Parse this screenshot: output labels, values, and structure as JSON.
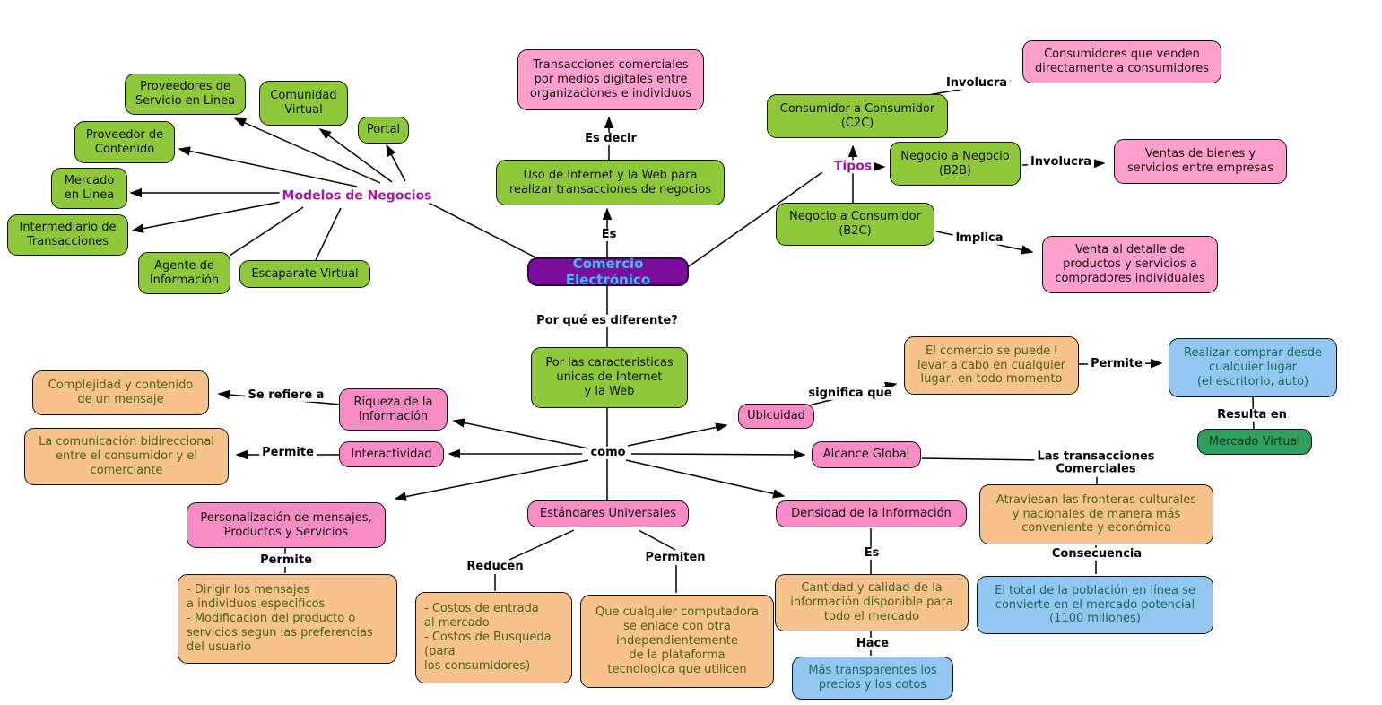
{
  "colors": {
    "node_green": "#8fc83b",
    "node_pink_light": "#ffa0cc",
    "node_pink": "#f78cc4",
    "node_orange": "#f7c28c",
    "node_blue": "#94c6f2",
    "node_dark_green": "#2f9e5e",
    "node_purple": "#7a0c9e",
    "central_text_cyan": "#3ac0f0",
    "label_purple": "#a018a8",
    "orange_text": "#4a5f1d",
    "blue_text": "#17685a",
    "line_black": "#000000"
  },
  "nodes": {
    "comercio_electronico": {
      "text": "Comercio Electrónico"
    },
    "proveedores_servicio": {
      "text": "Proveedores de\nServicio en Linea"
    },
    "comunidad_virtual": {
      "text": "Comunidad\nVirtual"
    },
    "portal": {
      "text": "Portal"
    },
    "proveedor_contenido": {
      "text": "Proveedor de\nContenido"
    },
    "mercado_en_linea": {
      "text": "Mercado\nen Linea"
    },
    "intermediario_transacciones": {
      "text": "Intermediario de\nTransacciones"
    },
    "agente_informacion": {
      "text": "Agente de\nInformación"
    },
    "escaparate_virtual": {
      "text": "Escaparate Virtual"
    },
    "transacciones_digitales": {
      "text": "Transacciones comerciales\npor medios digitales entre\norganizaciones e individuos"
    },
    "uso_internet": {
      "text": "Uso de Internet y la Web para\nrealizar transacciones de negocios"
    },
    "c2c": {
      "text": "Consumidor a Consumidor\n(C2C)"
    },
    "b2b": {
      "text": "Negocio a Negocio\n(B2B)"
    },
    "b2c": {
      "text": "Negocio a Consumidor\n(B2C)"
    },
    "consumidores_venden": {
      "text": "Consumidores que venden\ndirectamente a consumidores"
    },
    "ventas_bienes": {
      "text": "Ventas de bienes y\nservicios entre empresas"
    },
    "venta_detalle": {
      "text": "Venta al detalle de\nproductos y servicios a\ncompradores individuales"
    },
    "caracteristicas": {
      "text": "Por las caracteristicas\nunicas de Internet\ny la Web"
    },
    "riqueza": {
      "text": "Riqueza de la\nInformación"
    },
    "interactividad": {
      "text": "Interactividad"
    },
    "ubicuidad": {
      "text": "Ubicuidad"
    },
    "alcance_global": {
      "text": "Alcance Global"
    },
    "complejidad": {
      "text": "Complejidad y contenido\nde un mensaje"
    },
    "comunicacion_bidireccional": {
      "text": "La comunicación bidireccional\nentre el consumidor y el\ncomerciante"
    },
    "comercio_cualquier_lugar": {
      "text": "El comercio se puede l\nlevar a cabo en cualquier\nlugar, en todo momento"
    },
    "realizar_compras": {
      "text": "Realizar comprar desde\ncualquier lugar\n(el escritorio, auto)"
    },
    "mercado_virtual": {
      "text": "Mercado Virtual"
    },
    "personalizacion": {
      "text": "Personalización de mensajes,\nProductos y Servicios"
    },
    "dirigir_mensajes": {
      "text": "- Dirigir los mensajes\na individuos especificos\n- Modificacion del producto o\nservicios segun las preferencias\ndel usuario"
    },
    "estandares": {
      "text": "Estándares Universales"
    },
    "costos": {
      "text": "- Costos de entrada\nal mercado\n- Costos de Busqueda\n(para\nlos consumidores)"
    },
    "cualquier_computadora": {
      "text": "Que cualquier computadora\nse enlace con otra\nindependientemente\nde la plataforma\ntecnologica que utilicen"
    },
    "densidad": {
      "text": "Densidad de la Información"
    },
    "cantidad_calidad": {
      "text": "Cantidad y calidad de la\ninformación disponible para\ntodo el mercado"
    },
    "transparentes": {
      "text": "Más transparentes los\nprecios y los cotos"
    },
    "atraviesan_fronteras": {
      "text": "Atraviesan las fronteras culturales\ny nacionales de manera más\nconveniente y económica"
    },
    "total_poblacion": {
      "text": "El total de la población en línea se\nconvierte en el mercado potencial\n(1100 millones)"
    }
  },
  "edge_labels": {
    "modelos_negocios": {
      "text": "Modelos de Negocios"
    },
    "es_decir": {
      "text": "Es decir"
    },
    "es_definicion": {
      "text": "Es"
    },
    "tipos": {
      "text": "Tipos"
    },
    "involucra_c2c": {
      "text": "Involucra"
    },
    "involucra_b2b": {
      "text": "Involucra"
    },
    "implica": {
      "text": "Implica"
    },
    "porque_diferente": {
      "text": "Por qué es diferente?"
    },
    "como": {
      "text": "como"
    },
    "se_refiere_a": {
      "text": "Se refiere a"
    },
    "permite_interactividad": {
      "text": "Permite"
    },
    "significa_que": {
      "text": "significa que"
    },
    "permite_ubicuidad": {
      "text": "Permite"
    },
    "resulta_en": {
      "text": "Resulta en"
    },
    "las_transacciones_comerciales": {
      "text": "Las transacciones\nComerciales"
    },
    "permite_personalizacion": {
      "text": "Permite"
    },
    "reducen": {
      "text": "Reducen"
    },
    "permiten": {
      "text": "Permiten"
    },
    "es_densidad": {
      "text": "Es"
    },
    "hace": {
      "text": "Hace"
    },
    "consecuencia": {
      "text": "Consecuencia"
    }
  }
}
